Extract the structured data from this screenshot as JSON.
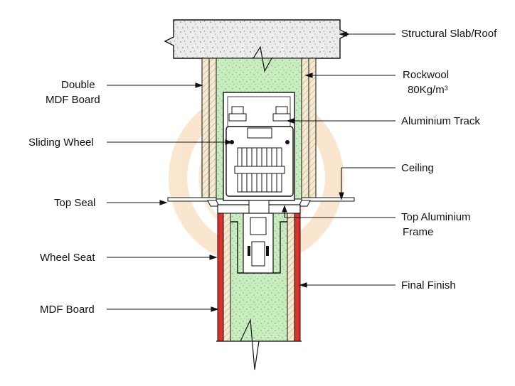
{
  "labels": {
    "structural_slab": "Structural Slab/Roof",
    "rockwool_line1": "Rockwool",
    "rockwool_line2": "80Kg/m",
    "rockwool_sup": "3",
    "aluminium_track": "Aluminium Track",
    "ceiling": "Ceiling",
    "top_aluminium_frame_line1": "Top Aluminium",
    "top_aluminium_frame_line2": "Frame",
    "final_finish": "Final Finish",
    "double_mdf_line1": "Double",
    "double_mdf_line2": "MDF Board",
    "sliding_wheel": "Sliding Wheel",
    "top_seal": "Top Seal",
    "wheel_seat": "Wheel Seat",
    "mdf_board": "MDF Board"
  },
  "colors": {
    "line": "#111111",
    "concrete_fill": "#ececec",
    "rockwool_green": "#c9ecc0",
    "mdf_wood": "#f4ead2",
    "finish_red": "#d9342b",
    "watermark": "#f3c99a"
  }
}
